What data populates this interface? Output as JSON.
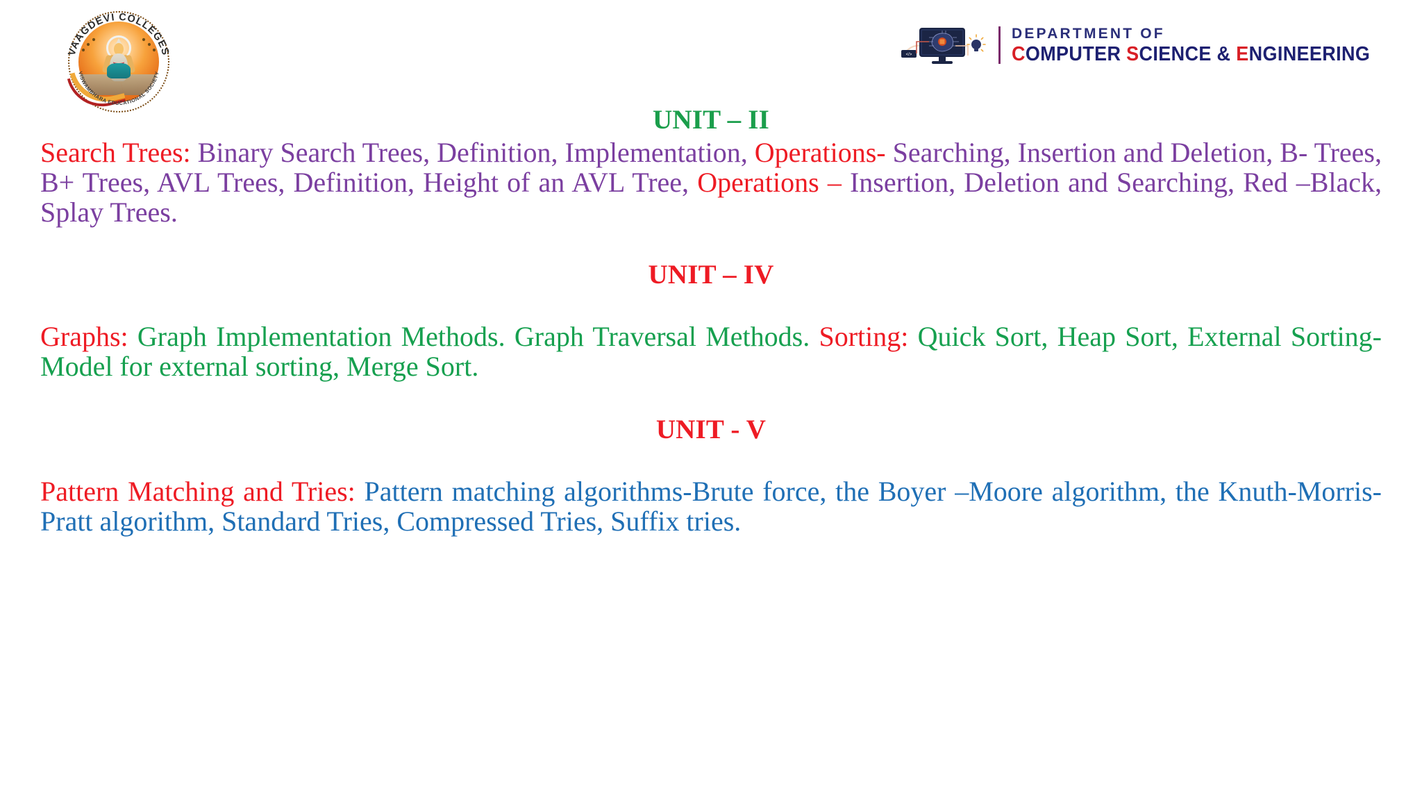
{
  "header": {
    "college_logo": {
      "icon": "vaagdevi-college-seal-logo",
      "arc_top_text": "VAAGDEVI COLLEGES",
      "arc_bottom_text": "VISWAMBHARA EDUCATIONAL SOCIETY"
    },
    "dept_logo": {
      "icon": "computer-brain-monitor-icon",
      "line1": "DEPARTMENT OF",
      "line2_parts": [
        {
          "text": "C",
          "accent": true
        },
        {
          "text": "OMPUTER ",
          "accent": false
        },
        {
          "text": "S",
          "accent": true
        },
        {
          "text": "CIENCE & ",
          "accent": false
        },
        {
          "text": "E",
          "accent": true
        },
        {
          "text": "NGINEERING",
          "accent": false
        }
      ],
      "line2_plain": "COMPUTER SCIENCE & ENGINEERING"
    }
  },
  "colors": {
    "red": "#ee1b24",
    "purple": "#7b3fa0",
    "green": "#16a04f",
    "heading_green": "#1a9e4b",
    "blue": "#1f6fb5",
    "dept_navy": "#1d2071",
    "dept_red": "#d81f26"
  },
  "units": [
    {
      "heading": "UNIT – II",
      "heading_color": "green",
      "segments": [
        {
          "text": "Search Trees:",
          "color": "red"
        },
        {
          "text": " Binary Search Trees, Definition, Implementation, ",
          "color": "purple"
        },
        {
          "text": "Operations-",
          "color": "red"
        },
        {
          "text": " Searching, Insertion and Deletion, B- Trees, B+ Trees, AVL Trees, Definition, Height of an AVL Tree, ",
          "color": "purple"
        },
        {
          "text": "Operations –",
          "color": "red"
        },
        {
          "text": " Insertion, Deletion and Searching, Red –Black, Splay Trees.",
          "color": "purple"
        }
      ]
    },
    {
      "heading": "UNIT – IV",
      "heading_color": "red",
      "segments": [
        {
          "text": "Graphs:",
          "color": "red"
        },
        {
          "text": " Graph Implementation Methods. Graph Traversal Methods. ",
          "color": "green"
        },
        {
          "text": "Sorting:",
          "color": "red"
        },
        {
          "text": " Quick Sort, Heap Sort, External Sorting- Model for external sorting, Merge Sort.",
          "color": "green"
        }
      ]
    },
    {
      "heading": "UNIT - V",
      "heading_color": "red",
      "segments": [
        {
          "text": "Pattern Matching and Tries:",
          "color": "red"
        },
        {
          "text": " Pattern matching algorithms-Brute force, the Boyer –Moore algorithm, the Knuth-Morris-Pratt algorithm, Standard Tries, Compressed Tries, Suffix tries.",
          "color": "blue"
        }
      ]
    }
  ]
}
